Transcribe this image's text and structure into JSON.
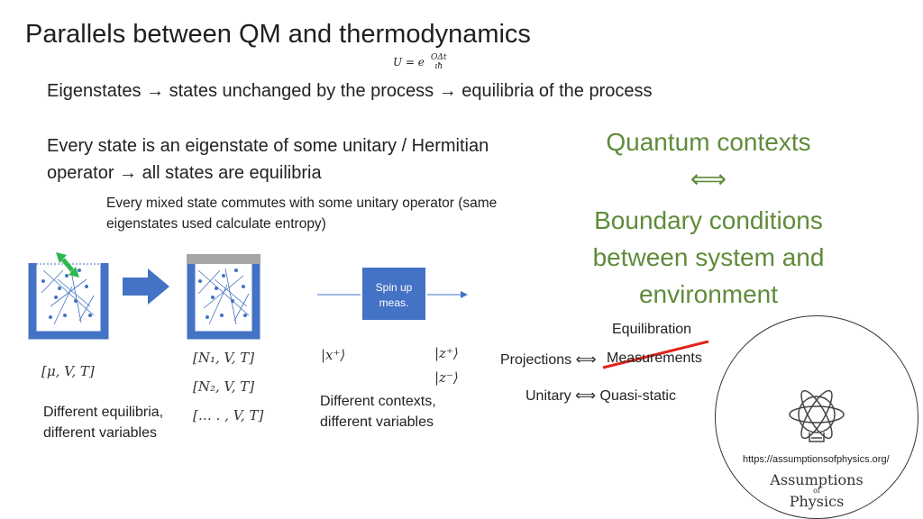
{
  "title": "Parallels between QM and thermodynamics",
  "formula": {
    "lhs": "U = e",
    "exponent_num": "OΔt",
    "exponent_den": "ıħ"
  },
  "line1": "Eigenstates  → states unchanged by the process → equilibria of the process",
  "line2": "Every state is an eigenstate of some unitary / Hermitian operator → all states are equilibria",
  "line3": "Every mixed state commutes with some unitary operator (same eigenstates used calculate entropy)",
  "right": {
    "quantum_contexts": "Quantum contexts",
    "iff": "⟺",
    "boundary": "Boundary conditions between system and environment"
  },
  "left_panel": {
    "open_label": "[μ, V, T]",
    "closed_labels": [
      "[N₁, V, T]",
      "[N₂, V, T]",
      "[… . , V, T]"
    ],
    "caption": "Different equilibria, different variables"
  },
  "middle_panel": {
    "box_label": "Spin up meas.",
    "input_state": "|x⁺⟩",
    "output_states": [
      "|z⁺⟩",
      "|z⁻⟩"
    ],
    "caption": "Different contexts, different variables"
  },
  "correspondences": {
    "equilibration": "Equilibration",
    "projections": "Projections ⟺",
    "measurements": "Measurements",
    "unitary": "Unitary ⟺ Quasi-static"
  },
  "logo": {
    "url": "https://assumptionsofphysics.org/",
    "line1": "Assumptions",
    "of": "of",
    "line2": "Physics"
  },
  "colors": {
    "accent_green": "#5f8b3a",
    "container_blue": "#4472c4",
    "arrow_green": "#2db84d",
    "strike_red": "#e0241b",
    "lid_gray": "#a6a6a6"
  }
}
